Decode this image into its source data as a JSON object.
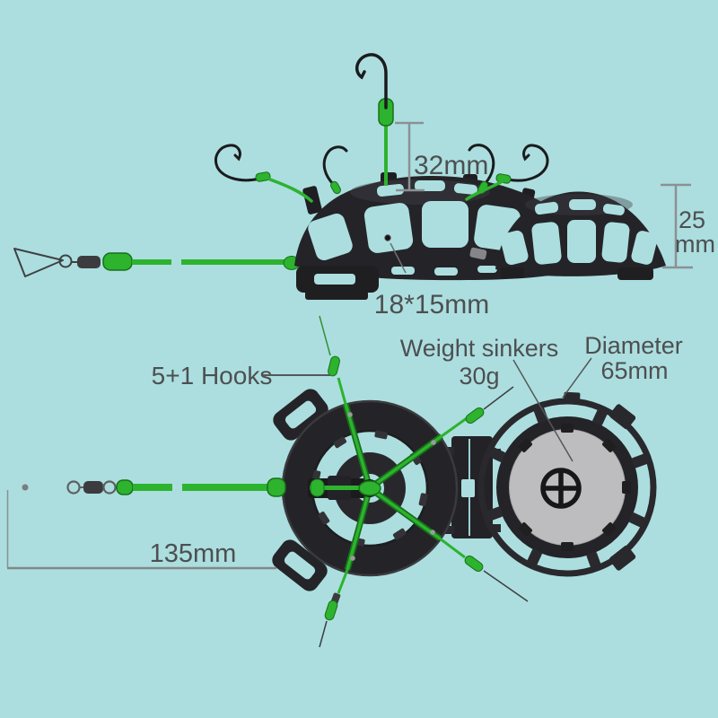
{
  "colors": {
    "background": "#acdedf",
    "text": "#4d4f51",
    "dimension_line": "#8b9194",
    "leader_line": "#55585a",
    "plastic_dark": "#242428",
    "line_green": "#2db32e",
    "line_green_dark": "#17701a",
    "sinker_gray": "#bdbdbf"
  },
  "annotations": {
    "center_hook_height": "32mm",
    "side_height_value": "25",
    "side_height_unit": "mm",
    "bait_hole_size": "18*15mm",
    "hooks_label": "5+1 Hooks",
    "weight_label": "Weight sinkers",
    "weight_value": "30g",
    "diameter_label": "Diameter",
    "diameter_value": "65mm",
    "total_length": "135mm"
  }
}
